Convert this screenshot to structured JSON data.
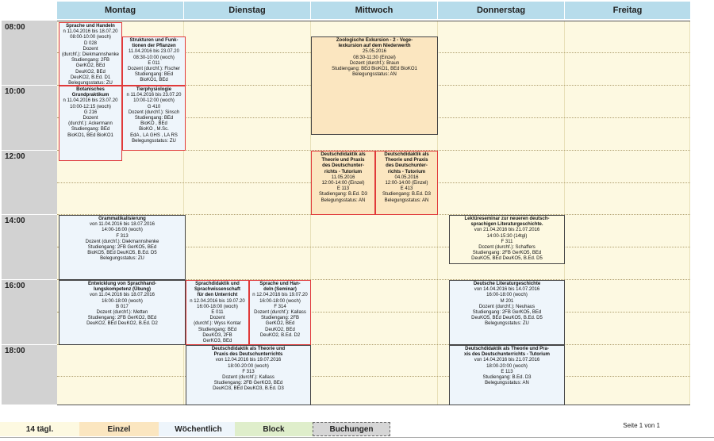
{
  "days": [
    "Montag",
    "Dienstag",
    "Mittwoch",
    "Donnerstag",
    "Freitag"
  ],
  "times": [
    "08:00",
    "10:00",
    "12:00",
    "14:00",
    "16:00",
    "18:00"
  ],
  "events": [
    {
      "id": "ev1",
      "style": "red weekly",
      "title": [
        "Sprache und Handeln"
      ],
      "lines": [
        "n 11.04.2016 bis 18.07.20",
        "08:00-10:00 (woch)",
        "D 028",
        "Dozent",
        "(durchf.): Diekmannshenke",
        "Studiengang: 2FB",
        "GerKO2, BEd",
        "DeuKO2, BEd",
        "DeuKO2, B.Ed. D1",
        "Belegungsstatus: ZU"
      ]
    },
    {
      "id": "ev2",
      "style": "red weekly",
      "title": [
        "Strukturen und Funk-",
        "tionen der Pflanzen"
      ],
      "lines": [
        "11.04.2016 bis 23.07.20",
        "08:30-10:00 (woch)",
        "E 011",
        "Dozent (durchf.): Fischer",
        "Studiengang: BEd",
        "BioKO1, BEd"
      ]
    },
    {
      "id": "ev3",
      "style": "blk single",
      "title": [
        "Zoologische Exkursion - 2 - Voge-",
        "lexkursion auf dem Niederwerth"
      ],
      "lines": [
        "25.05.2016",
        "08:30-11:30 (Einzel)",
        "Dozent (durchf.): Braun",
        "Studiengang: BEd BioKO1, BEd BioKO1",
        "Belegungsstatus: AN"
      ]
    },
    {
      "id": "ev4",
      "style": "red weekly",
      "title": [
        "Botanisches",
        "Grundpraktikum"
      ],
      "lines": [
        "n 11.04.2016 bis 23.07.20",
        "10:00-12:15 (woch)",
        "G 216",
        "Dozent",
        "(durchf.): Ackermann",
        "Studiengang: BEd",
        "BioKO1, BEd BioKO1"
      ]
    },
    {
      "id": "ev5",
      "style": "red weekly",
      "title": [
        "Tierphysiologie"
      ],
      "lines": [
        "n 11.04.2016 bis 23.07.20",
        "10:00-12:00 (woch)",
        "G 410",
        "Dozent (durchf.): Sinsch",
        "Studiengang: BEd",
        "BioKO , BEd",
        "BioKO , M.Sc.",
        "EdA , LA GHS , LA RS",
        "Belegungsstatus: ZU"
      ]
    },
    {
      "id": "ev6",
      "style": "red single",
      "title": [
        "Deutschdidaktik als",
        "Theorie und Praxis",
        "des Deutschunter-",
        "richts - Tutorium"
      ],
      "lines": [
        "11.05.2016",
        "12:00-14:00 (Einzel)",
        "E 113",
        "Studiengang: B.Ed. D3",
        "Belegungsstatus: AN"
      ]
    },
    {
      "id": "ev7",
      "style": "red single",
      "title": [
        "Deutschdidaktik als",
        "Theorie und Praxis",
        "des Deutschunter-",
        "richts - Tutorium"
      ],
      "lines": [
        "04.05.2016",
        "12:00-14:00 (Einzel)",
        "E 413",
        "Studiengang: B.Ed. D3",
        "Belegungsstatus: AN"
      ]
    },
    {
      "id": "ev8",
      "style": "blk weekly",
      "title": [
        "Grammatikalisierung"
      ],
      "lines": [
        "von 11.04.2016 bis 18.07.2016",
        "14:00-16:00 (woch)",
        "F 313",
        "Dozent (durchf.): Diekmannshenke",
        "Studiengang: 2FB GerKO5, BEd",
        "BioKO5, BEd DeuKO5, B.Ed. D5",
        "Belegungsstatus: ZU"
      ]
    },
    {
      "id": "ev9",
      "style": "blk plain",
      "title": [
        "Lektüreseminar zur neueren deutsch-",
        "sprachigen Literaturgeschichte."
      ],
      "lines": [
        "von 21.04.2016 bis 21.07.2016",
        "14:00-15:30 (14tgl)",
        "F 311",
        "Dozent (durchf.): Schaffers",
        "Studiengang: 2FB GerKO5, BEd",
        "DeuKO5, BEd DeuKO5, B.Ed. D5"
      ]
    },
    {
      "id": "ev10",
      "style": "blk weekly",
      "title": [
        "Entwicklung von Sprachhand-",
        "lungskompetenz (Übung)"
      ],
      "lines": [
        "von 11.04.2016 bis 18.07.2016",
        "16:00-18:00 (woch)",
        "B 017",
        "Dozent (durchf.): Metten",
        "Studiengang: 2FB GerKO2, BEd",
        "DeuKO2, BEd DeuKO2, B.Ed. D2"
      ]
    },
    {
      "id": "ev11",
      "style": "red weekly",
      "title": [
        "Sprachdidaktik und",
        "Sprachwissenschaft",
        "für den Unterricht"
      ],
      "lines": [
        "n 12.04.2016 bis 19.07.20",
        "16:00-18:00 (woch)",
        "E 011",
        "Dozent",
        "(durchf.): Wyss Kontar",
        "Studiengang: BEd",
        "DeuKO3, 2FB",
        "GerKO3, BEd"
      ]
    },
    {
      "id": "ev12",
      "style": "red weekly",
      "title": [
        "Sprache und Han-",
        "deln (Seminar)"
      ],
      "lines": [
        "n 12.04.2016 bis 19.07.20",
        "16:00-18:00 (woch)",
        "F 314",
        "Dozent (durchf.): Kallass",
        "Studiengang: 2FB",
        "GerKO2, BEd",
        "DeuKO2, BEd",
        "DeuKO2, B.Ed. D2"
      ]
    },
    {
      "id": "ev13",
      "style": "blk weekly",
      "title": [
        "Deutsche Literaturgeschichte"
      ],
      "lines": [
        "von 14.04.2016 bis 14.07.2016",
        "16:00-18:00 (woch)",
        "M 201",
        "Dozent (durchf.): Neuhaus",
        "Studiengang: 2FB GerKO5, BEd",
        "DeuKO5, BEd DeuKO5, B.Ed. D5",
        "Belegungsstatus: ZU"
      ]
    },
    {
      "id": "ev14",
      "style": "blk weekly",
      "title": [
        "Deutschdidaktik als Theorie und",
        "Praxis des Deutschunterrichts"
      ],
      "lines": [
        "von 12.04.2016 bis 19.07.2016",
        "18:00-20:00 (woch)",
        "F 313",
        "Dozent (durchf.): Kallass",
        "Studiengang: 2FB GerKO3, BEd",
        "DeuKO3, BEd DeuKO3, B.Ed. D3"
      ]
    },
    {
      "id": "ev15",
      "style": "blk weekly",
      "title": [
        "Deutschdidaktik als Theorie und Pra-",
        "xis des Deutschunterrichts - Tutorium"
      ],
      "lines": [
        "von 14.04.2016 bis 21.07.2016",
        "18:00-20:00 (woch)",
        "E 113",
        "Studiengang: B.Ed. D3",
        "Belegungsstatus: AN"
      ]
    }
  ],
  "legend": [
    {
      "label": "14 tägl.",
      "color": "#fdf9e1"
    },
    {
      "label": "Einzel",
      "color": "#fbe6c0"
    },
    {
      "label": "Wöchentlich",
      "color": "#eef5fb"
    },
    {
      "label": "Block",
      "color": "#dfeecb"
    },
    {
      "label": "Buchungen",
      "color": "#d6d6d6"
    }
  ],
  "page_info": "Seite 1 von 1"
}
